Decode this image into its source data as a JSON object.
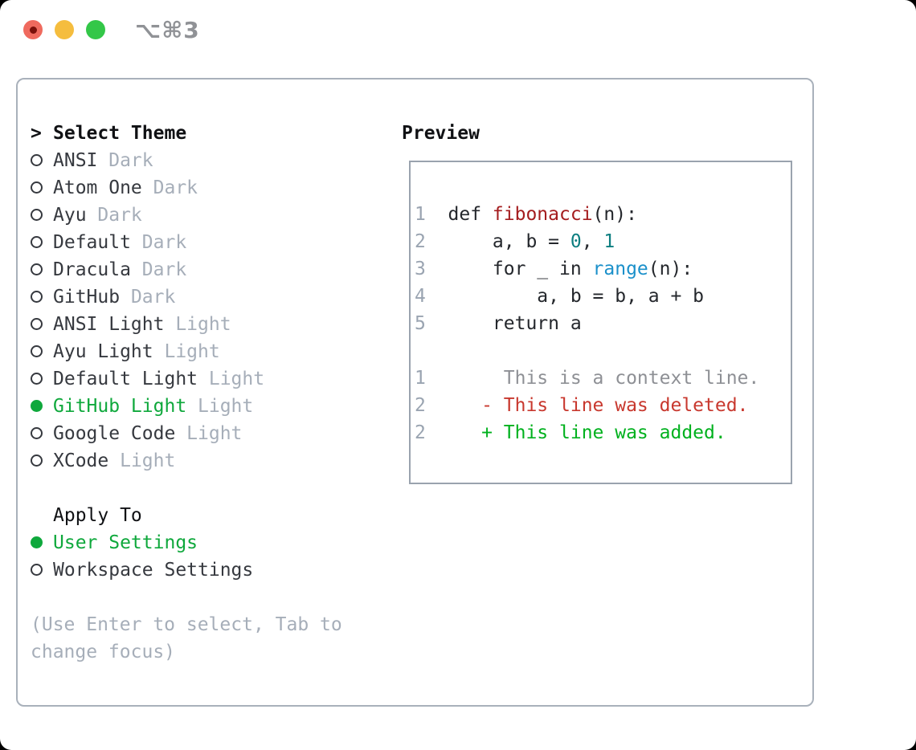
{
  "window": {
    "shortcut_label": "⌥⌘3"
  },
  "theme_picker": {
    "prompt": ">",
    "header": "Select Theme",
    "themes": [
      {
        "name": "ANSI",
        "tag": "Dark",
        "selected": false
      },
      {
        "name": "Atom One",
        "tag": "Dark",
        "selected": false
      },
      {
        "name": "Ayu",
        "tag": "Dark",
        "selected": false
      },
      {
        "name": "Default",
        "tag": "Dark",
        "selected": false
      },
      {
        "name": "Dracula",
        "tag": "Dark",
        "selected": false
      },
      {
        "name": "GitHub",
        "tag": "Dark",
        "selected": false
      },
      {
        "name": "ANSI Light",
        "tag": "Light",
        "selected": false
      },
      {
        "name": "Ayu Light",
        "tag": "Light",
        "selected": false
      },
      {
        "name": "Default Light",
        "tag": "Light",
        "selected": false
      },
      {
        "name": "GitHub Light",
        "tag": "Light",
        "selected": true
      },
      {
        "name": "Google Code",
        "tag": "Light",
        "selected": false
      },
      {
        "name": "XCode",
        "tag": "Light",
        "selected": false
      }
    ],
    "apply_header": "Apply To",
    "apply_options": [
      {
        "label": "User Settings",
        "selected": true
      },
      {
        "label": "Workspace Settings",
        "selected": false
      }
    ],
    "hint_line1": "(Use Enter to select, Tab to",
    "hint_line2": "change focus)"
  },
  "preview": {
    "header": "Preview",
    "lines": [
      {
        "ln": "1",
        "segs": [
          {
            "t": "def "
          },
          {
            "t": "fibonacci"
          },
          {
            "t": "(n):"
          }
        ]
      },
      {
        "ln": "2",
        "segs": [
          {
            "t": "    a, b = "
          },
          {
            "t": "0"
          },
          {
            "t": ", "
          },
          {
            "t": "1"
          }
        ]
      },
      {
        "ln": "3",
        "segs": [
          {
            "t": "    for _ in "
          },
          {
            "t": "range"
          },
          {
            "t": "(n):"
          }
        ]
      },
      {
        "ln": "4",
        "segs": [
          {
            "t": "        a, b = b, a + b"
          }
        ]
      },
      {
        "ln": "5",
        "segs": [
          {
            "t": "    return a"
          }
        ]
      },
      {
        "ln": "",
        "segs": []
      },
      {
        "ln": "1",
        "segs": [
          {
            "t": "     This is a context line."
          }
        ]
      },
      {
        "ln": "2",
        "segs": [
          {
            "t": "   - This line was deleted."
          }
        ]
      },
      {
        "ln": "2",
        "segs": [
          {
            "t": "   + This line was added."
          }
        ]
      }
    ]
  },
  "colors": {
    "accent_green": "#0fa83c",
    "diff_added": "#00b11e",
    "diff_deleted": "#c8382e",
    "func_red": "#a41d1f",
    "number_teal": "#0d7e80",
    "builtin_blue": "#1b90ca",
    "text_dark": "#36393f",
    "header_black": "#101114",
    "muted_gray": "#a6aeb9",
    "line_number_gray": "#9aa4b1",
    "context_gray": "#8e9095",
    "panel_border": "#a9b1bb",
    "preview_border": "#9aa3ae",
    "shortcut_gray": "#909296",
    "traffic_red": "#ef6a5e",
    "traffic_red_dot": "#7a100a",
    "traffic_yellow": "#f5bd3e",
    "traffic_green": "#33c748"
  }
}
